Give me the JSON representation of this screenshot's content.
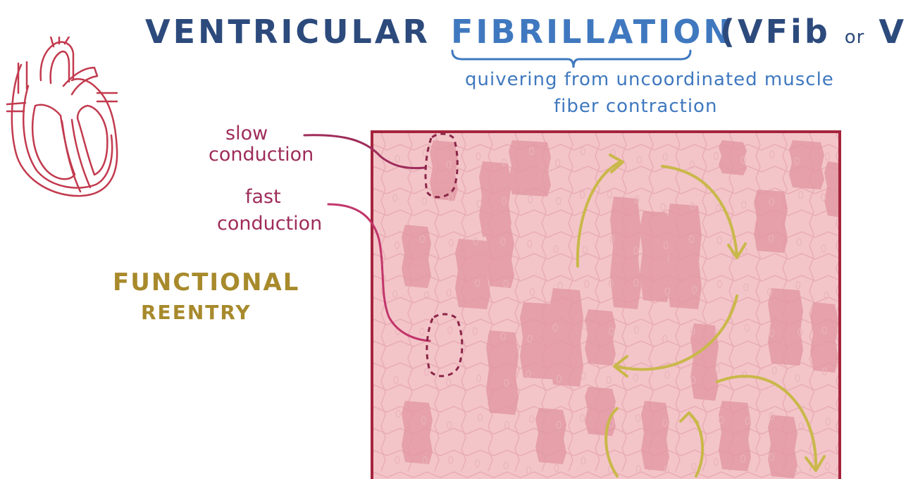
{
  "title": {
    "left": "VENTRICULAR",
    "term": "FIBRILLATION",
    "abbr_open": "(VFib",
    "abbr_or": "or",
    "abbr_close": "VF)"
  },
  "definition": {
    "line1": "quivering from uncoordinated muscle",
    "line2": "fiber contraction"
  },
  "labels": {
    "slow_line1": "slow",
    "slow_line2": "conduction",
    "fast_line1": "fast",
    "fast_line2": "conduction",
    "reentry_line1": "FUNCTIONAL",
    "reentry_line2": "REENTRY"
  },
  "colors": {
    "title_dark": "#2c4a7c",
    "title_light": "#3f78bf",
    "label_magenta": "#9e2c5a",
    "reentry_gold": "#a88a2c",
    "box_border": "#a5243d",
    "tissue_light": "#f3c5c9",
    "tissue_dark": "#e39aa4",
    "arrow_gold": "#c9b84a",
    "heart_outline": "#c23a4e"
  },
  "icons": {
    "heart": "heart-illustration-icon"
  }
}
